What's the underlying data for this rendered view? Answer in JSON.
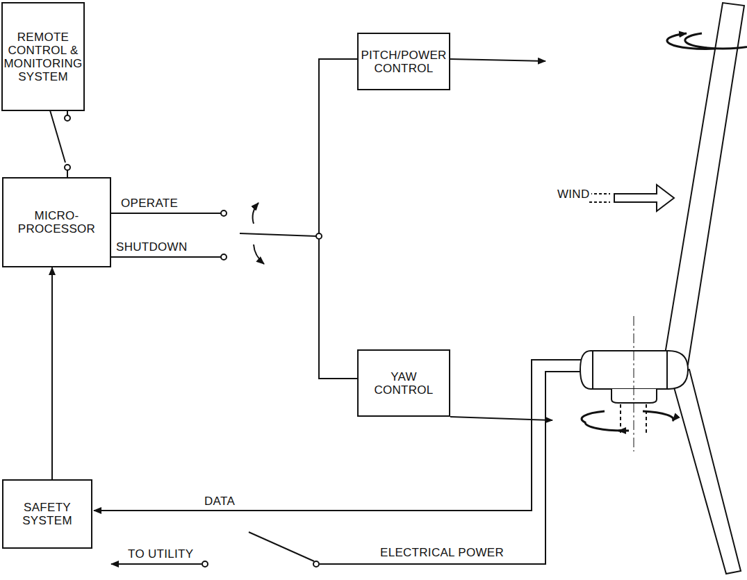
{
  "diagram": {
    "nodes": [
      {
        "text": [
          "REMOTE CONTROL & MONITORING SYSTEM"
        ]
      },
      {
        "text": [
          "MICRO- PROCESSOR"
        ]
      },
      {
        "text": [
          "PITCH/POWER CONTROL"
        ]
      },
      {
        "text": [
          "YAW CONTROL"
        ]
      },
      {
        "text": [
          "SAFETY SYSTEM"
        ]
      }
    ],
    "edges": [
      {
        "from": 0,
        "to": 1,
        "arrow": "none"
      },
      {
        "from": 1,
        "to": 2,
        "arrow": "none"
      },
      {
        "from": 1,
        "to": 3,
        "arrow": "none"
      },
      {
        "from": 4,
        "to": 1,
        "arrow": "to"
      }
    ],
    "labels": [
      "OPERATE",
      "SHUTDOWN",
      "WIND",
      "DATA",
      "TO UTILITY",
      "ELECTRICAL POWER"
    ]
  }
}
